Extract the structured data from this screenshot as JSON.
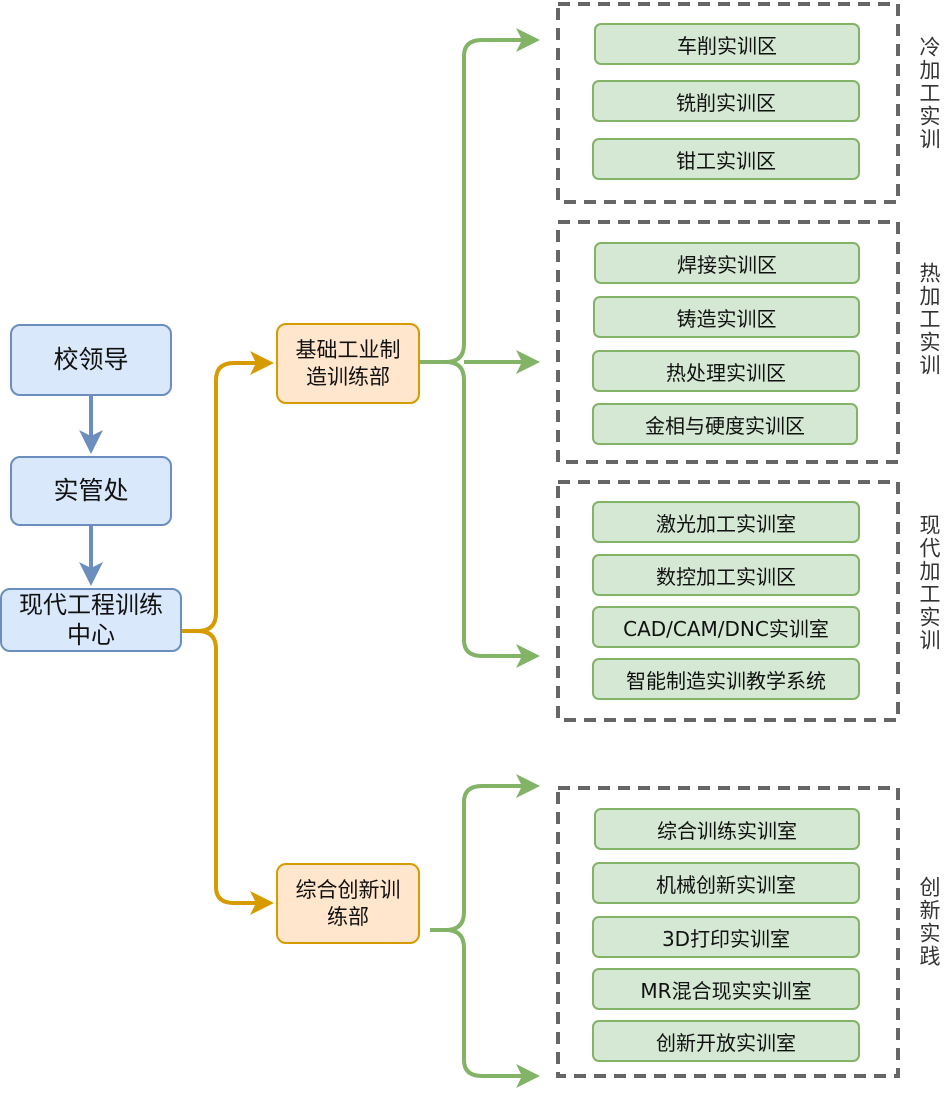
{
  "colors": {
    "blue_fill": "#dae8fc",
    "blue_stroke": "#6c8ebf",
    "orange_fill": "#ffe6cc",
    "orange_stroke": "#d79b00",
    "green_fill": "#d5e8d4",
    "green_stroke": "#82b366",
    "group_fill": "#f5f5f5",
    "group_dash": "#666666"
  },
  "hierarchy": {
    "top": "校领导",
    "middle": "实管处",
    "center": "现代工程训练中心"
  },
  "departments": [
    {
      "label": "基础工业制造训练部"
    },
    {
      "label": "综合创新训练部"
    }
  ],
  "groups": [
    {
      "label": "冷加工实训",
      "items": [
        "车削实训区",
        "铣削实训区",
        "钳工实训区"
      ]
    },
    {
      "label": "热加工实训",
      "items": [
        "焊接实训区",
        "铸造实训区",
        "热处理实训区",
        "金相与硬度实训区"
      ]
    },
    {
      "label": "现代加工实训",
      "items": [
        "激光加工实训室",
        "数控加工实训区",
        "CAD/CAM/DNC实训室",
        "智能制造实训教学系统"
      ]
    },
    {
      "label": "创新实践",
      "items": [
        "综合训练实训室",
        "机械创新实训室",
        "3D打印实训室",
        "MR混合现实实训室",
        "创新开放实训室"
      ]
    }
  ]
}
